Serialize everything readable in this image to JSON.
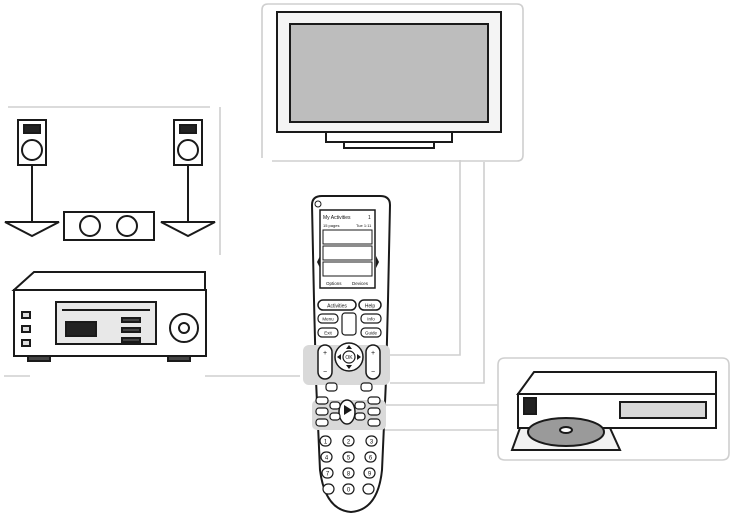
{
  "remote": {
    "screen_header_left": "My Activities",
    "screen_header_right": "1",
    "screen_subheader_left": "15 pages",
    "screen_subheader_right": "Tue 1:11",
    "screen_softkeys": [
      "Options",
      "Devices"
    ],
    "activities_button": "Activities",
    "help_button": "Help",
    "menu_button": "Menu",
    "info_button": "Info",
    "exit_button": "Exit",
    "guide_button": "Guide",
    "ok_button": "OK",
    "plus_glyph": "+",
    "minus_glyph": "−",
    "number_keys": [
      "1",
      "2",
      "3",
      "4",
      "5",
      "6",
      "7",
      "8",
      "9",
      "0"
    ]
  },
  "colors": {
    "line": "#1a1a1a",
    "connection": "#cfcfcf",
    "highlight": "#d9d9d9",
    "screen": "#bdbdbd",
    "disc": "#9a9a9a"
  }
}
